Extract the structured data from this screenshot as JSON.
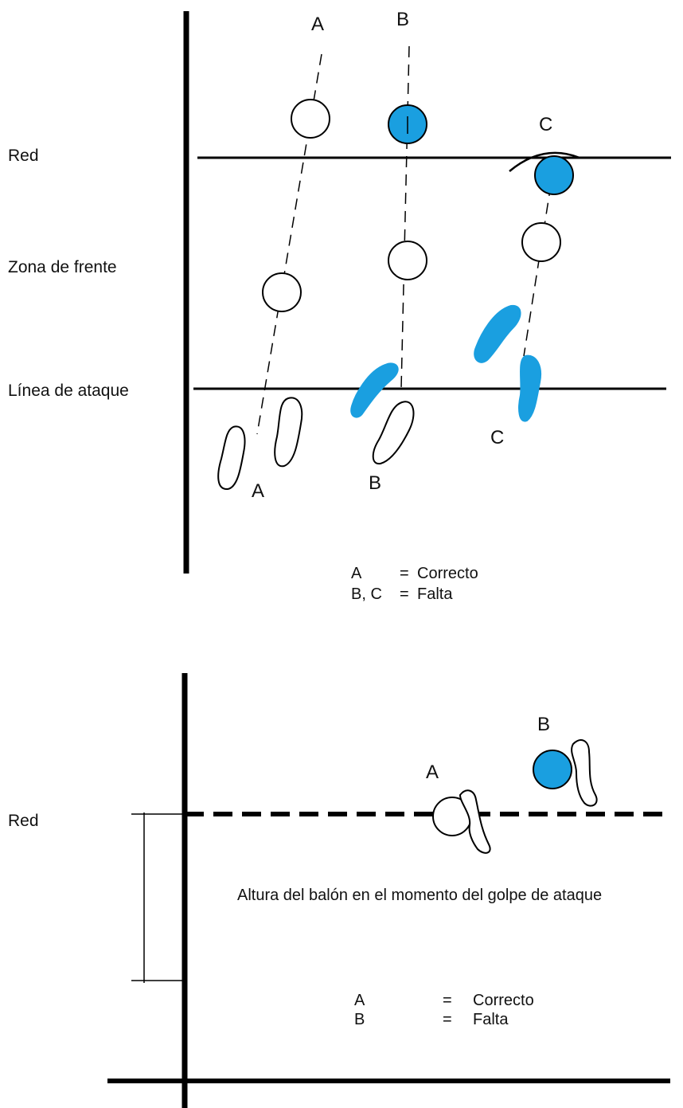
{
  "colors": {
    "line": "#000000",
    "fault_fill": "#1a9fe0",
    "correct_fill": "#ffffff"
  },
  "diagram1": {
    "side_labels": {
      "red": "Red",
      "front_zone": "Zona de frente",
      "attack_line": "Línea de ataque"
    },
    "players": {
      "a_top": "A",
      "b_top": "B",
      "c_top": "C",
      "a_bottom": "A",
      "b_bottom": "B",
      "c_bottom": "C"
    },
    "legend": {
      "row1_key": "A",
      "row1_eq": "=",
      "row1_value": "Correcto",
      "row2_key": "B, C",
      "row2_eq": "=",
      "row2_value": "Falta"
    }
  },
  "diagram2": {
    "side_label": "Red",
    "player_a": "A",
    "player_b": "B",
    "caption": "Altura del balón en el momento del golpe de ataque",
    "legend": {
      "row1_key": "A",
      "row1_eq": "=",
      "row1_value": "Correcto",
      "row2_key": "B",
      "row2_eq": "=",
      "row2_value": "Falta"
    }
  }
}
